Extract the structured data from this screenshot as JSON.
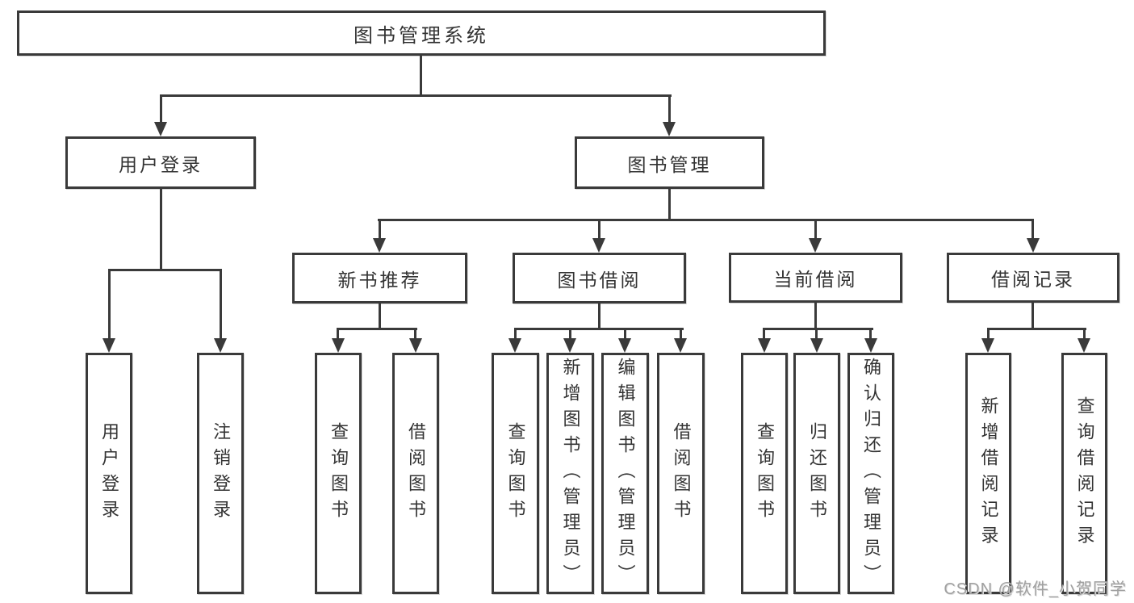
{
  "diagram": {
    "root": {
      "label": "图书管理系统",
      "children": [
        {
          "label": "用户登录",
          "children": [
            {
              "label": "用户登录"
            },
            {
              "label": "注销登录"
            }
          ]
        },
        {
          "label": "图书管理",
          "children": [
            {
              "label": "新书推荐",
              "children": [
                {
                  "label": "查询图书"
                },
                {
                  "label": "借阅图书"
                }
              ]
            },
            {
              "label": "图书借阅",
              "children": [
                {
                  "label": "查询图书"
                },
                {
                  "label": "新增图书（管理员）"
                },
                {
                  "label": "编辑图书（管理员）"
                },
                {
                  "label": "借阅图书"
                }
              ]
            },
            {
              "label": "当前借阅",
              "children": [
                {
                  "label": "查询图书"
                },
                {
                  "label": "归还图书"
                },
                {
                  "label": "确认归还（管理员）"
                }
              ]
            },
            {
              "label": "借阅记录",
              "children": [
                {
                  "label": "新增借阅记录"
                },
                {
                  "label": "查询借阅记录"
                }
              ]
            }
          ]
        }
      ]
    }
  },
  "watermark": {
    "text": "CSDN @软件_小贺同学"
  },
  "colors": {
    "line": "#3a3a3a",
    "text": "#333333",
    "background": "#ffffff",
    "watermark": "#a0a0a0"
  }
}
